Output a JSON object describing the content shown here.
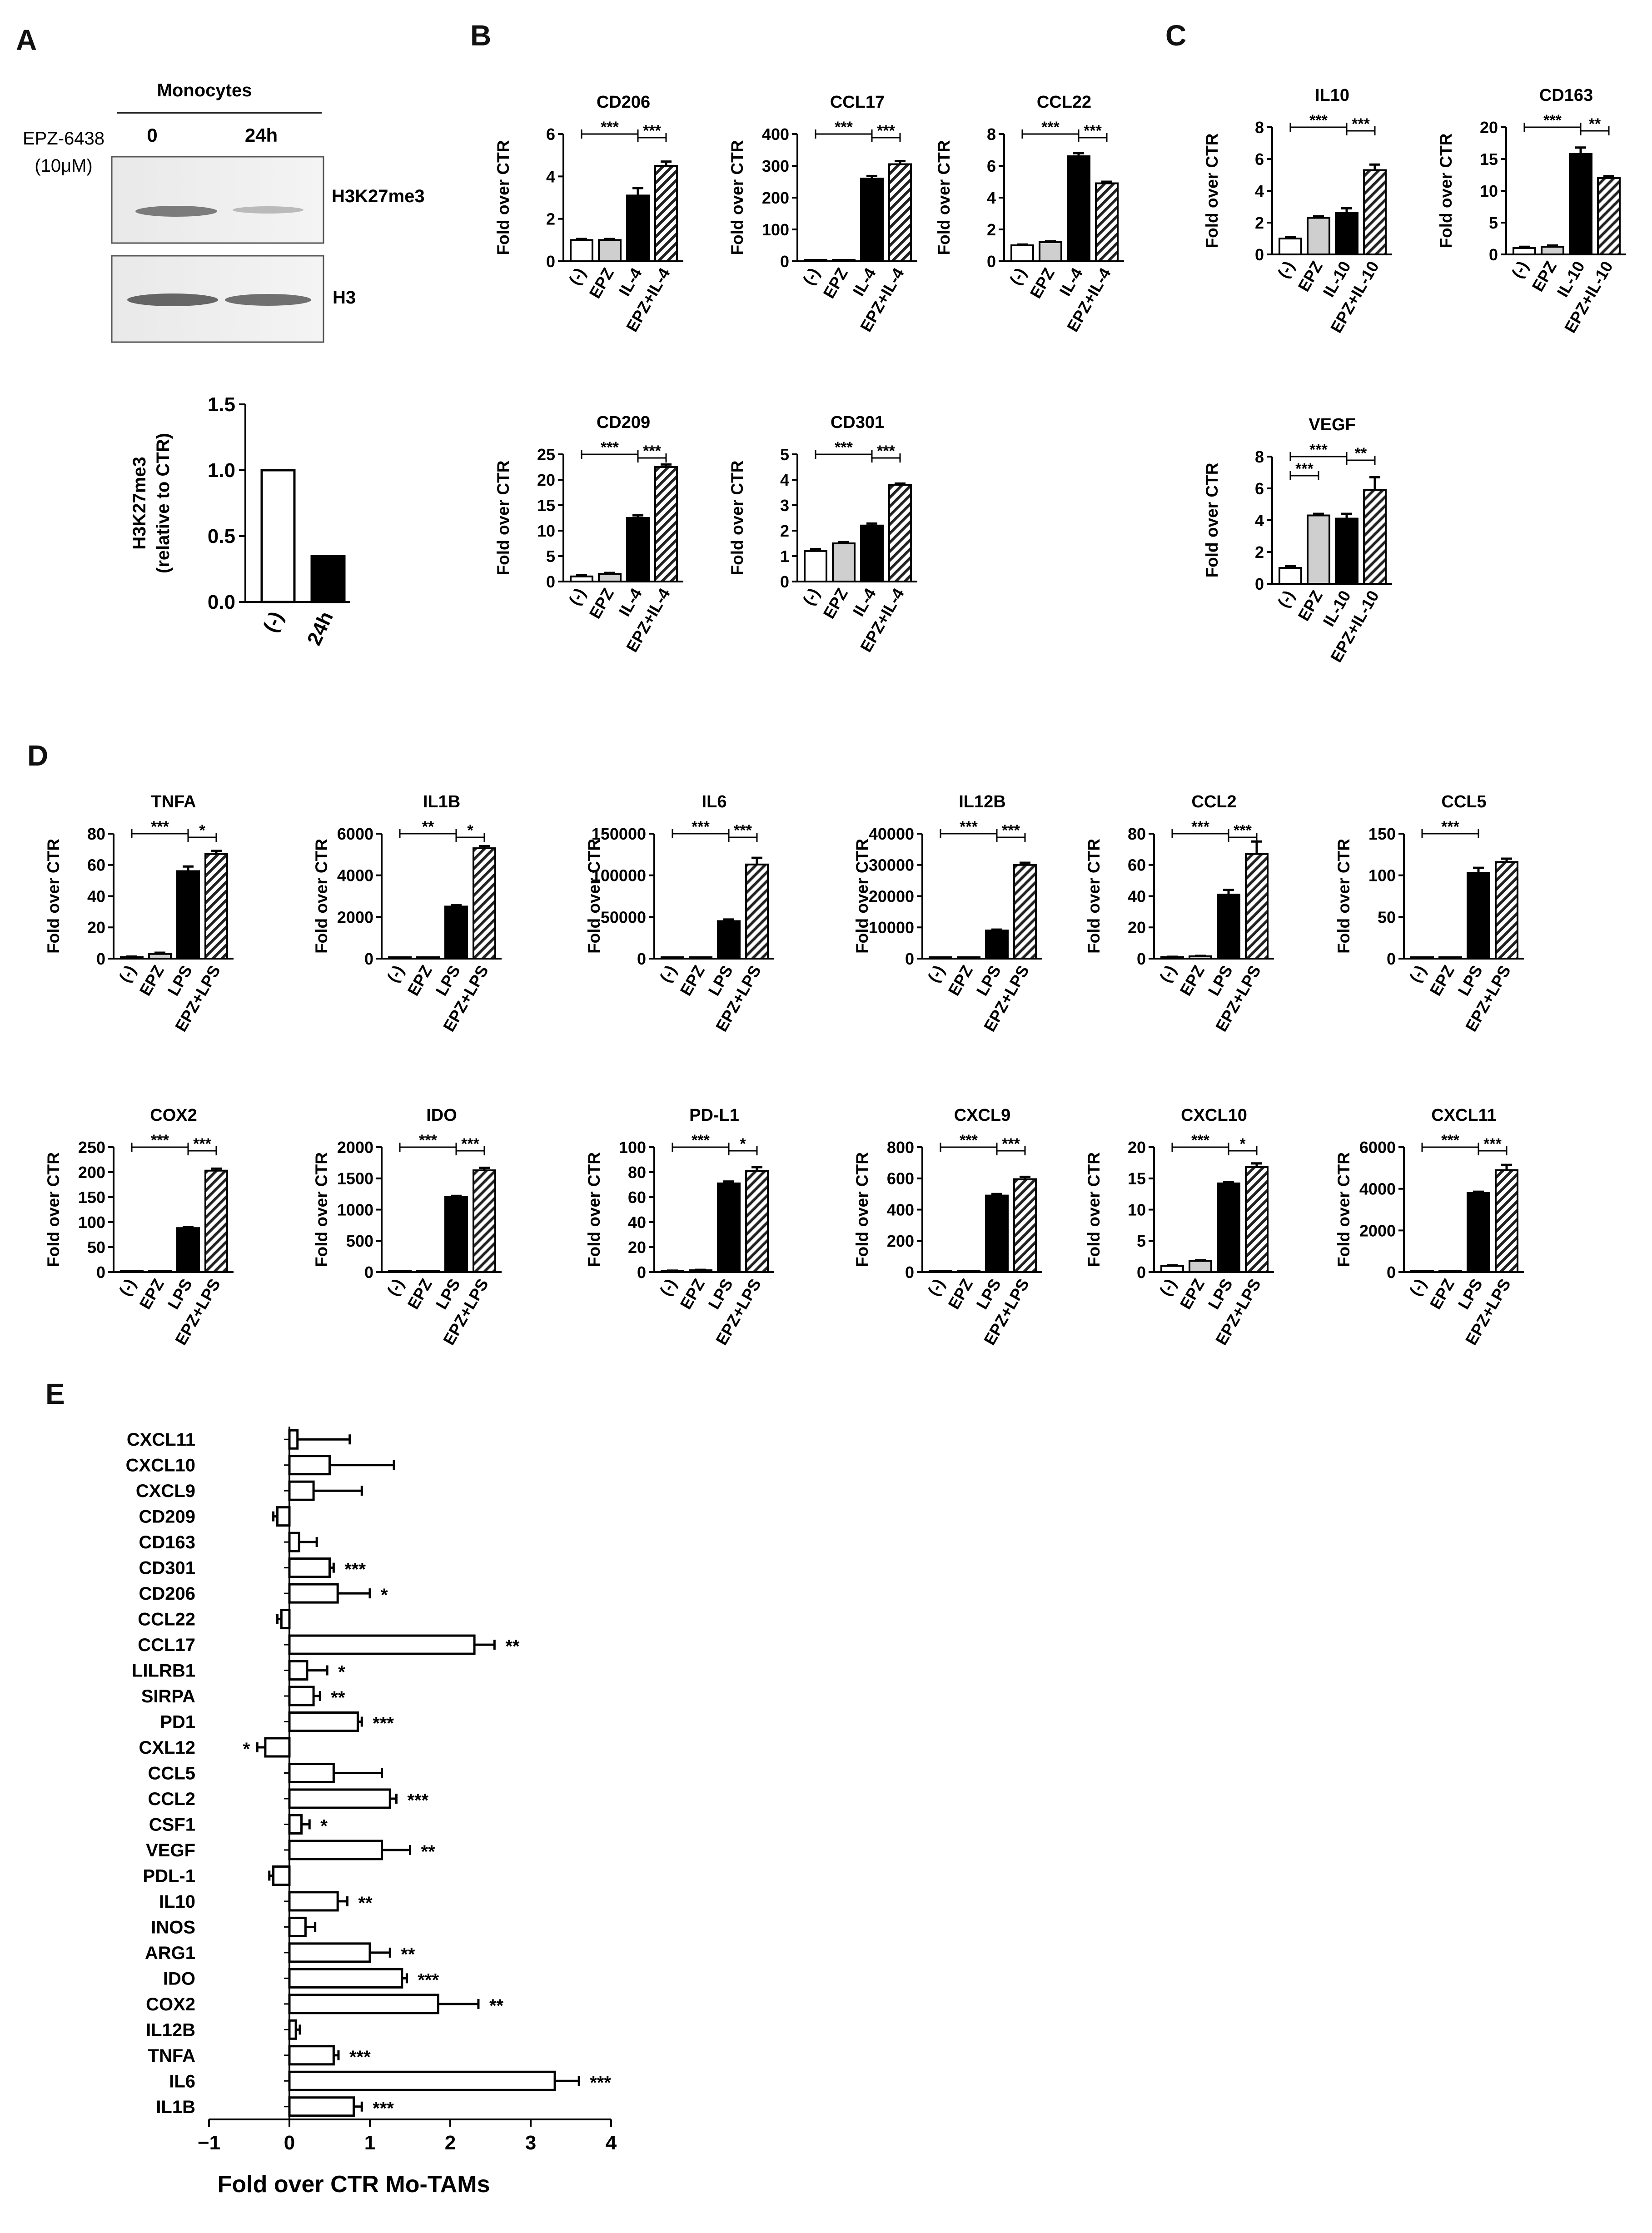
{
  "panels": {
    "A": {
      "letter": "A",
      "blot": {
        "header": "Monocytes",
        "treatment_line1": "EPZ-6438",
        "treatment_line2": "(10μM)",
        "lanes": [
          "0",
          "24h"
        ],
        "bands": [
          "H3K27me3",
          "H3"
        ]
      },
      "chart_data": {
        "type": "bar",
        "ylabel_line1": "H3K27me3",
        "ylabel_line2": "(relative to CTR)",
        "categories": [
          "(-)",
          "24h"
        ],
        "values": [
          1.0,
          0.35
        ],
        "fills": [
          "#ffffff",
          "#000000"
        ],
        "ylim": [
          0,
          1.5
        ],
        "yticks": [
          0.0,
          0.5,
          1.0,
          1.5
        ],
        "ytick_labels": [
          "0.0",
          "0.5",
          "1.0",
          "1.5"
        ]
      }
    },
    "B": {
      "letter": "B",
      "categories": [
        "(-)",
        "EPZ",
        "IL-4",
        "EPZ+IL-4"
      ],
      "ylabel": "Fold over CTR",
      "charts": [
        {
          "title": "CD206",
          "type": "bar",
          "values": [
            1.0,
            1.0,
            3.1,
            4.5
          ],
          "errors": [
            0.05,
            0.05,
            0.35,
            0.2
          ],
          "ylim": [
            0,
            6
          ],
          "yticks": [
            0,
            2,
            4,
            6
          ],
          "sig": [
            {
              "from": 0,
              "to": 2,
              "label": "***"
            },
            {
              "from": 2,
              "to": 3,
              "label": "***"
            }
          ]
        },
        {
          "title": "CCL17",
          "type": "bar",
          "values": [
            1,
            1,
            260,
            305
          ],
          "errors": [
            0.5,
            0.5,
            8,
            10
          ],
          "ylim": [
            0,
            400
          ],
          "yticks": [
            0,
            100,
            200,
            300,
            400
          ],
          "sig": [
            {
              "from": 0,
              "to": 2,
              "label": "***"
            },
            {
              "from": 2,
              "to": 3,
              "label": "***"
            }
          ]
        },
        {
          "title": "CCL22",
          "type": "bar",
          "values": [
            1.0,
            1.2,
            6.6,
            4.9
          ],
          "errors": [
            0.05,
            0.05,
            0.2,
            0.1
          ],
          "ylim": [
            0,
            8
          ],
          "yticks": [
            0,
            2,
            4,
            6,
            8
          ],
          "sig": [
            {
              "from": 0,
              "to": 2,
              "label": "***"
            },
            {
              "from": 2,
              "to": 3,
              "label": "***"
            }
          ]
        },
        {
          "title": "CD209",
          "type": "bar",
          "values": [
            1.0,
            1.5,
            12.5,
            22.5
          ],
          "errors": [
            0.2,
            0.2,
            0.5,
            0.5
          ],
          "ylim": [
            0,
            25
          ],
          "yticks": [
            0,
            5,
            10,
            15,
            20,
            25
          ],
          "sig": [
            {
              "from": 0,
              "to": 2,
              "label": "***"
            },
            {
              "from": 2,
              "to": 3,
              "label": "***"
            }
          ]
        },
        {
          "title": "CD301",
          "type": "bar",
          "values": [
            1.2,
            1.5,
            2.2,
            3.8
          ],
          "errors": [
            0.08,
            0.05,
            0.08,
            0.05
          ],
          "ylim": [
            0,
            5
          ],
          "yticks": [
            0,
            1,
            2,
            3,
            4,
            5
          ],
          "sig": [
            {
              "from": 0,
              "to": 2,
              "label": "***"
            },
            {
              "from": 2,
              "to": 3,
              "label": "***"
            }
          ]
        }
      ]
    },
    "C": {
      "letter": "C",
      "categories": [
        "(-)",
        "EPZ",
        "IL-10",
        "EPZ+IL-10"
      ],
      "ylabel": "Fold over CTR",
      "charts": [
        {
          "title": "IL10",
          "type": "bar",
          "values": [
            1.0,
            2.3,
            2.6,
            5.3
          ],
          "errors": [
            0.1,
            0.1,
            0.3,
            0.35
          ],
          "ylim": [
            0,
            8
          ],
          "yticks": [
            0,
            2,
            4,
            6,
            8
          ],
          "sig": [
            {
              "from": 0,
              "to": 2,
              "label": "***"
            },
            {
              "from": 2,
              "to": 3,
              "label": "***"
            }
          ]
        },
        {
          "title": "CD163",
          "type": "bar",
          "values": [
            1.0,
            1.2,
            15.8,
            12.0
          ],
          "errors": [
            0.2,
            0.2,
            1.0,
            0.3
          ],
          "ylim": [
            0,
            20
          ],
          "yticks": [
            0,
            5,
            10,
            15,
            20
          ],
          "sig": [
            {
              "from": 0,
              "to": 2,
              "label": "***"
            },
            {
              "from": 2,
              "to": 3,
              "label": "**"
            }
          ]
        },
        {
          "title": "VEGF",
          "type": "bar",
          "values": [
            1.0,
            4.3,
            4.1,
            5.9
          ],
          "errors": [
            0.1,
            0.1,
            0.3,
            0.8
          ],
          "ylim": [
            0,
            8
          ],
          "yticks": [
            0,
            2,
            4,
            6,
            8
          ],
          "sig": [
            {
              "from": 0,
              "to": 2,
              "label": "***"
            },
            {
              "from": 0,
              "to": 1,
              "label": "***"
            },
            {
              "from": 2,
              "to": 3,
              "label": "**"
            }
          ]
        }
      ]
    },
    "D": {
      "letter": "D",
      "categories": [
        "(-)",
        "EPZ",
        "LPS",
        "EPZ+LPS"
      ],
      "ylabel": "Fold over CTR",
      "charts": [
        {
          "title": "TNFA",
          "type": "bar",
          "values": [
            1,
            3,
            56,
            67
          ],
          "errors": [
            0.3,
            0.8,
            3,
            2
          ],
          "ylim": [
            0,
            80
          ],
          "yticks": [
            0,
            20,
            40,
            60,
            80
          ],
          "sig": [
            {
              "from": 0,
              "to": 2,
              "label": "***"
            },
            {
              "from": 2,
              "to": 3,
              "label": "*"
            }
          ]
        },
        {
          "title": "IL1B",
          "type": "bar",
          "values": [
            1,
            1,
            2500,
            5300
          ],
          "errors": [
            0,
            0,
            60,
            100
          ],
          "ylim": [
            0,
            6000
          ],
          "yticks": [
            0,
            2000,
            4000,
            6000
          ],
          "sig": [
            {
              "from": 0,
              "to": 2,
              "label": "**"
            },
            {
              "from": 2,
              "to": 3,
              "label": "*"
            }
          ]
        },
        {
          "title": "IL6",
          "type": "bar",
          "values": [
            1,
            1,
            45000,
            113000
          ],
          "errors": [
            0,
            0,
            2000,
            8000
          ],
          "ylim": [
            0,
            150000
          ],
          "yticks": [
            0,
            50000,
            100000,
            150000
          ],
          "sig": [
            {
              "from": 0,
              "to": 2,
              "label": "***"
            },
            {
              "from": 2,
              "to": 3,
              "label": "***"
            }
          ]
        },
        {
          "title": "IL12B",
          "type": "bar",
          "values": [
            1,
            1,
            9000,
            30000
          ],
          "errors": [
            0,
            0,
            300,
            700
          ],
          "ylim": [
            0,
            40000
          ],
          "yticks": [
            0,
            10000,
            20000,
            30000,
            40000
          ],
          "sig": [
            {
              "from": 0,
              "to": 2,
              "label": "***"
            },
            {
              "from": 2,
              "to": 3,
              "label": "***"
            }
          ]
        },
        {
          "title": "CCL2",
          "type": "bar",
          "values": [
            1,
            1.5,
            41,
            67
          ],
          "errors": [
            0.2,
            0.3,
            3,
            8
          ],
          "ylim": [
            0,
            80
          ],
          "yticks": [
            0,
            20,
            40,
            60,
            80
          ],
          "sig": [
            {
              "from": 0,
              "to": 2,
              "label": "***"
            },
            {
              "from": 2,
              "to": 3,
              "label": "***"
            }
          ]
        },
        {
          "title": "CCL5",
          "type": "bar",
          "values": [
            1,
            1,
            103,
            116
          ],
          "errors": [
            0.2,
            0.2,
            6,
            4
          ],
          "ylim": [
            0,
            150
          ],
          "yticks": [
            0,
            50,
            100,
            150
          ],
          "sig": [
            {
              "from": 0,
              "to": 2,
              "label": "***"
            }
          ]
        },
        {
          "title": "COX2",
          "type": "bar",
          "values": [
            1,
            1,
            88,
            203
          ],
          "errors": [
            0,
            0,
            2,
            4
          ],
          "ylim": [
            0,
            250
          ],
          "yticks": [
            0,
            50,
            100,
            150,
            200,
            250
          ],
          "sig": [
            {
              "from": 0,
              "to": 2,
              "label": "***"
            },
            {
              "from": 2,
              "to": 3,
              "label": "***"
            }
          ]
        },
        {
          "title": "IDO",
          "type": "bar",
          "values": [
            1,
            1,
            1200,
            1630
          ],
          "errors": [
            0,
            0,
            20,
            40
          ],
          "ylim": [
            0,
            2000
          ],
          "yticks": [
            0,
            500,
            1000,
            1500,
            2000
          ],
          "sig": [
            {
              "from": 0,
              "to": 2,
              "label": "***"
            },
            {
              "from": 2,
              "to": 3,
              "label": "***"
            }
          ]
        },
        {
          "title": "PD-L1",
          "type": "bar",
          "values": [
            1,
            1.5,
            71,
            81
          ],
          "errors": [
            0.2,
            0.3,
            1.5,
            3
          ],
          "ylim": [
            0,
            100
          ],
          "yticks": [
            0,
            20,
            40,
            60,
            80,
            100
          ],
          "sig": [
            {
              "from": 0,
              "to": 2,
              "label": "***"
            },
            {
              "from": 2,
              "to": 3,
              "label": "*"
            }
          ]
        },
        {
          "title": "CXCL9",
          "type": "bar",
          "values": [
            1,
            1,
            490,
            595
          ],
          "errors": [
            0,
            0,
            10,
            15
          ],
          "ylim": [
            0,
            800
          ],
          "yticks": [
            0,
            200,
            400,
            600,
            800
          ],
          "sig": [
            {
              "from": 0,
              "to": 2,
              "label": "***"
            },
            {
              "from": 2,
              "to": 3,
              "label": "***"
            }
          ]
        },
        {
          "title": "CXCL10",
          "type": "bar",
          "values": [
            1.0,
            1.8,
            14.2,
            16.8
          ],
          "errors": [
            0.1,
            0.1,
            0.2,
            0.6
          ],
          "ylim": [
            0,
            20
          ],
          "yticks": [
            0,
            5,
            10,
            15,
            20
          ],
          "sig": [
            {
              "from": 0,
              "to": 2,
              "label": "***"
            },
            {
              "from": 2,
              "to": 3,
              "label": "*"
            }
          ]
        },
        {
          "title": "CXCL11",
          "type": "bar",
          "values": [
            1,
            1,
            3800,
            4900
          ],
          "errors": [
            0,
            0,
            60,
            250
          ],
          "ylim": [
            0,
            6000
          ],
          "yticks": [
            0,
            2000,
            4000,
            6000
          ],
          "sig": [
            {
              "from": 0,
              "to": 2,
              "label": "***"
            },
            {
              "from": 2,
              "to": 3,
              "label": "***"
            }
          ]
        }
      ]
    },
    "E": {
      "letter": "E",
      "chart_data": {
        "type": "bar",
        "orientation": "horizontal",
        "xlabel": "Fold over CTR Mo-TAMs",
        "xlim": [
          -1,
          4
        ],
        "xticks": [
          -1,
          0,
          1,
          2,
          3,
          4
        ],
        "xtick_labels": [
          "−1",
          "0",
          "1",
          "2",
          "3",
          "4"
        ],
        "categories": [
          "CXCL11",
          "CXCL10",
          "CXCL9",
          "CD209",
          "CD163",
          "CD301",
          "CD206",
          "CCL22",
          "CCL17",
          "LILRB1",
          "SIRPA",
          "PD1",
          "CXL12",
          "CCL5",
          "CCL2",
          "CSF1",
          "VEGF",
          "PDL-1",
          "IL10",
          "INOS",
          "ARG1",
          "IDO",
          "COX2",
          "IL12B",
          "TNFA",
          "IL6",
          "IL1B"
        ],
        "values": [
          0.1,
          0.5,
          0.3,
          -0.15,
          0.12,
          0.5,
          0.6,
          -0.1,
          2.3,
          0.22,
          0.3,
          0.85,
          -0.3,
          0.55,
          1.25,
          0.15,
          1.15,
          -0.2,
          0.6,
          0.2,
          1.0,
          1.4,
          1.85,
          0.08,
          0.55,
          3.3,
          0.8
        ],
        "errors": [
          0.65,
          0.8,
          0.6,
          0.05,
          0.22,
          0.05,
          0.4,
          0.05,
          0.25,
          0.25,
          0.08,
          0.05,
          0.1,
          0.6,
          0.08,
          0.1,
          0.35,
          0.05,
          0.12,
          0.12,
          0.25,
          0.06,
          0.5,
          0.05,
          0.06,
          0.3,
          0.1
        ],
        "sig": [
          "",
          "",
          "",
          "",
          "",
          "***",
          "*",
          "",
          "**",
          "*",
          "**",
          "***",
          "*",
          "",
          "***",
          "*",
          "**",
          "",
          "**",
          "",
          "**",
          "***",
          "**",
          "",
          "***",
          "***",
          "***"
        ]
      }
    }
  },
  "colors": {
    "ctrl": "#ffffff",
    "epz": "#cfcfcf",
    "stim": "#000000",
    "combo_hatch": "#000000"
  }
}
